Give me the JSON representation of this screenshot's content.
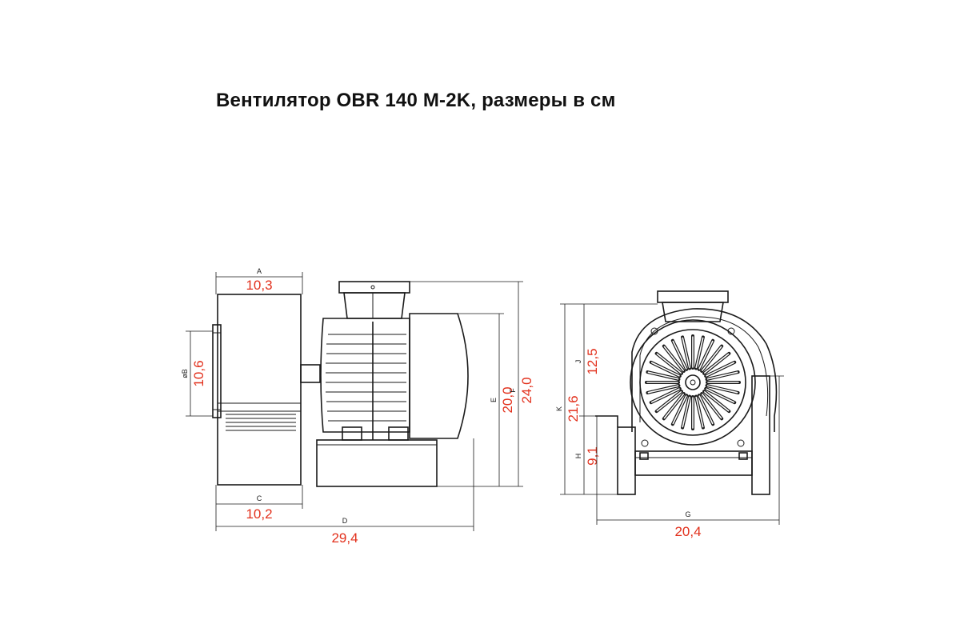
{
  "title": "Вентилятор OBR 140 M-2K, размеры в см",
  "dimensions": {
    "A": {
      "letter": "A",
      "value": "10,3"
    },
    "B": {
      "letter": "øB",
      "value": "10,6"
    },
    "C": {
      "letter": "C",
      "value": "10,2"
    },
    "D": {
      "letter": "D",
      "value": "29,4"
    },
    "E": {
      "letter": "E",
      "value": "20,0"
    },
    "F": {
      "letter": "F",
      "value": "24,0"
    },
    "G": {
      "letter": "G",
      "value": "20,4"
    },
    "H": {
      "letter": "H",
      "value": "9,1"
    },
    "J": {
      "letter": "J",
      "value": "12,5"
    },
    "K": {
      "letter": "K",
      "value": "21,6"
    }
  },
  "colors": {
    "value_text": "#e2301c",
    "line": "#1a1a1a"
  }
}
